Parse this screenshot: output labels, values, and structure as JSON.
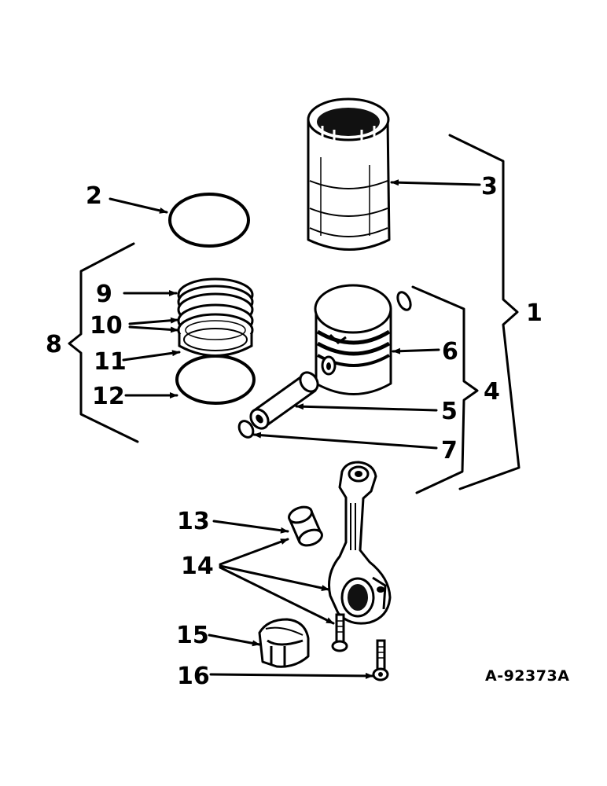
{
  "figure_id": "A-92373A",
  "callouts": {
    "c1": "1",
    "c2": "2",
    "c3": "3",
    "c4": "4",
    "c5": "5",
    "c6": "6",
    "c7": "7",
    "c8": "8",
    "c9": "9",
    "c10": "10",
    "c11": "11",
    "c12": "12",
    "c13": "13",
    "c14": "14",
    "c15": "15",
    "c16": "16"
  }
}
